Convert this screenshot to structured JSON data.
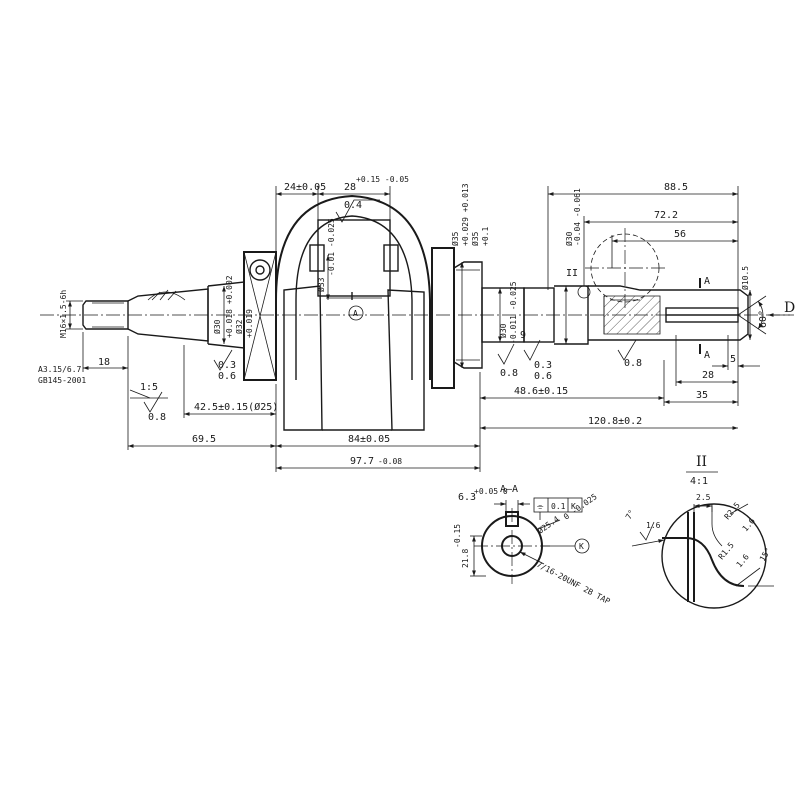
{
  "dims": {
    "d24": "24±0.05",
    "d28": "28",
    "d28_tol": "+0.15 -0.05",
    "d0_4": "0.4",
    "d33": "Ø33",
    "d33_tol": "-0.01 -0.025",
    "d30_left": "Ø30",
    "d30_left_tol": "+0.018 +0.002",
    "d32": "Ø32",
    "d32_tol": "+0.019",
    "d03_left": "0.3",
    "d06_left": "0.6",
    "m16": "M16×1.5-6h",
    "d18": "18",
    "a315": "A3.15/6.7",
    "gb": "GB145-2001",
    "taper": "1:5",
    "d08_taper": "0.8",
    "d42_5": "42.5±0.15(Ø25)",
    "d69_5": "69.5",
    "d84": "84±0.05",
    "d97_7": "97.7",
    "d97_7_tol": "-0.08",
    "d35_a": "Ø35",
    "d35_a_tol": "+0.029 +0.013",
    "d35_b": "Ø35",
    "d35_b_tol": "+0.1",
    "d30_mid": "Ø30",
    "d30_mid_tol": "-0.011 -0.025",
    "d9": "9",
    "d08_mid": "0.8",
    "d03_mid": "0.3",
    "d06_mid": "0.6",
    "d48_6": "48.6±0.15",
    "d120_8": "120.8±0.2",
    "d88_5": "88.5",
    "d72_2": "72.2",
    "d56": "56",
    "d30_right": "Ø30",
    "d30_right_tol": "-0.04 -0.061",
    "d10_5": "Ø10.5",
    "d60": "60°",
    "D": "D",
    "d08_right": "0.8",
    "d5": "5",
    "d28_right": "28",
    "d35": "35",
    "II": "II",
    "A_top": "A",
    "A_bot": "A",
    "A_circle": "A"
  },
  "section_AA": {
    "title": "A–A",
    "d6_3": "6.3",
    "d6_3_tol": "+0.05 0",
    "tol_symbol": "⌯",
    "tol_value": "0.1",
    "tol_datum": "K",
    "d21_8": "21.8",
    "d21_8_tol": "-0.15",
    "d25_4": "Ø25.4",
    "d25_4_tol": "0 -0.025",
    "tap": "7/16-20UNF 2B TAP",
    "datum_K": "K"
  },
  "detail_II": {
    "title": "II",
    "scale": "4:1",
    "d2_5": "2.5",
    "r2_5": "R2.5",
    "r1_5": "R1.5",
    "d1_6_left": "1.6",
    "d1_6_right": "1.6",
    "d1_6_bottom": "1.6",
    "a7": "7°",
    "a15": "15°"
  }
}
